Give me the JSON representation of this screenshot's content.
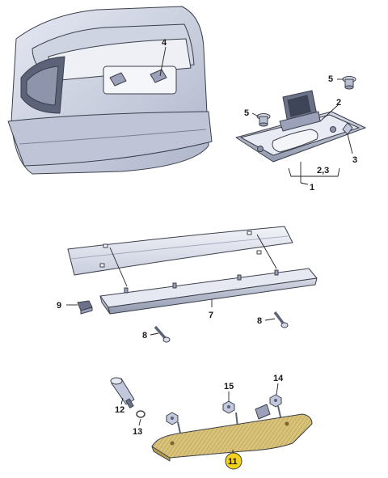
{
  "callouts": {
    "c1": "1",
    "c2": "2",
    "c3": "3",
    "c23": "2,3",
    "c4": "4",
    "c5a": "5",
    "c5b": "5",
    "c7": "7",
    "c8a": "8",
    "c8b": "8",
    "c9": "9",
    "c11": "11",
    "c12": "12",
    "c13": "13",
    "c14": "14",
    "c15": "15"
  },
  "colors": {
    "body_light": "#dfe3ef",
    "body_mid": "#c3c9dc",
    "body_dark": "#9aa1b8",
    "strip_light": "#eceff6",
    "lamp_yellow": "#d9c27a",
    "highlight": "#f2d21a",
    "outline": "#3a3f4a"
  }
}
